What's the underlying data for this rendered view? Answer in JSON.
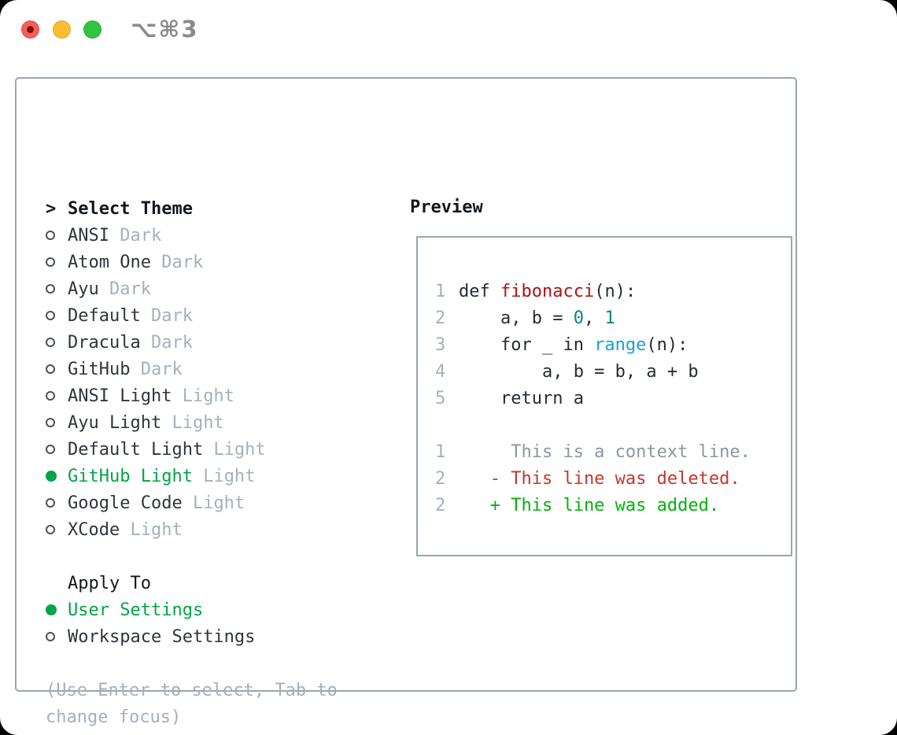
{
  "window": {
    "title": "⌥⌘3"
  },
  "titlebar": {
    "buttons": [
      {
        "name": "close",
        "color": "#f45f58",
        "has_dot": true
      },
      {
        "name": "minimize",
        "color": "#fbbd30",
        "has_dot": false
      },
      {
        "name": "zoom",
        "color": "#31c53f",
        "has_dot": false
      }
    ]
  },
  "theme_panel": {
    "header_prefix": ">",
    "header_label": "Select Theme",
    "items": [
      {
        "name": "ANSI",
        "variant": "Dark",
        "selected": false
      },
      {
        "name": "Atom One",
        "variant": "Dark",
        "selected": false
      },
      {
        "name": "Ayu",
        "variant": "Dark",
        "selected": false
      },
      {
        "name": "Default",
        "variant": "Dark",
        "selected": false
      },
      {
        "name": "Dracula",
        "variant": "Dark",
        "selected": false
      },
      {
        "name": "GitHub",
        "variant": "Dark",
        "selected": false
      },
      {
        "name": "ANSI Light",
        "variant": "Light",
        "selected": false
      },
      {
        "name": "Ayu Light",
        "variant": "Light",
        "selected": false
      },
      {
        "name": "Default Light",
        "variant": "Light",
        "selected": false
      },
      {
        "name": "GitHub Light",
        "variant": "Light",
        "selected": true
      },
      {
        "name": "Google Code",
        "variant": "Light",
        "selected": false
      },
      {
        "name": "XCode",
        "variant": "Light",
        "selected": false
      }
    ]
  },
  "apply_panel": {
    "header": "Apply To",
    "options": [
      {
        "label": "User Settings",
        "selected": true
      },
      {
        "label": "Workspace Settings",
        "selected": false
      }
    ]
  },
  "hint": {
    "line1": "(Use Enter to select, Tab to",
    "line2": "change focus)"
  },
  "preview": {
    "label": "Preview",
    "lines": [
      {
        "num": "1",
        "segments": [
          {
            "text": "def ",
            "style": "plain"
          },
          {
            "text": "fibonacci",
            "style": "function"
          },
          {
            "text": "(n):",
            "style": "plain"
          }
        ]
      },
      {
        "num": "2",
        "segments": [
          {
            "text": "    a, b = ",
            "style": "plain"
          },
          {
            "text": "0",
            "style": "number"
          },
          {
            "text": ", ",
            "style": "plain"
          },
          {
            "text": "1",
            "style": "number"
          }
        ]
      },
      {
        "num": "3",
        "segments": [
          {
            "text": "    for _ in ",
            "style": "plain"
          },
          {
            "text": "range",
            "style": "builtin"
          },
          {
            "text": "(n):",
            "style": "plain"
          }
        ]
      },
      {
        "num": "4",
        "segments": [
          {
            "text": "        a, b = b, a + b",
            "style": "plain"
          }
        ]
      },
      {
        "num": "5",
        "segments": [
          {
            "text": "    return a",
            "style": "plain"
          }
        ]
      },
      {
        "num": "",
        "segments": []
      },
      {
        "num": "1",
        "segments": [
          {
            "text": "     This is a context line.",
            "style": "context"
          }
        ]
      },
      {
        "num": "2",
        "segments": [
          {
            "text": "   - This line was deleted.",
            "style": "deleted"
          }
        ]
      },
      {
        "num": "2",
        "segments": [
          {
            "text": "   + This line was added.",
            "style": "added"
          }
        ]
      }
    ]
  },
  "colors": {
    "accent_green": "#00a546",
    "added_green": "#00b40b",
    "deleted_red": "#c6372b",
    "function_red": "#b11116",
    "number_teal": "#0e837b",
    "builtin_blue": "#1aa0da",
    "border_gray": "#9aa5af",
    "muted_gray": "#a6b0ba",
    "traffic_red": "#f45f58",
    "traffic_yellow": "#fbbd30",
    "traffic_green": "#31c53f"
  }
}
